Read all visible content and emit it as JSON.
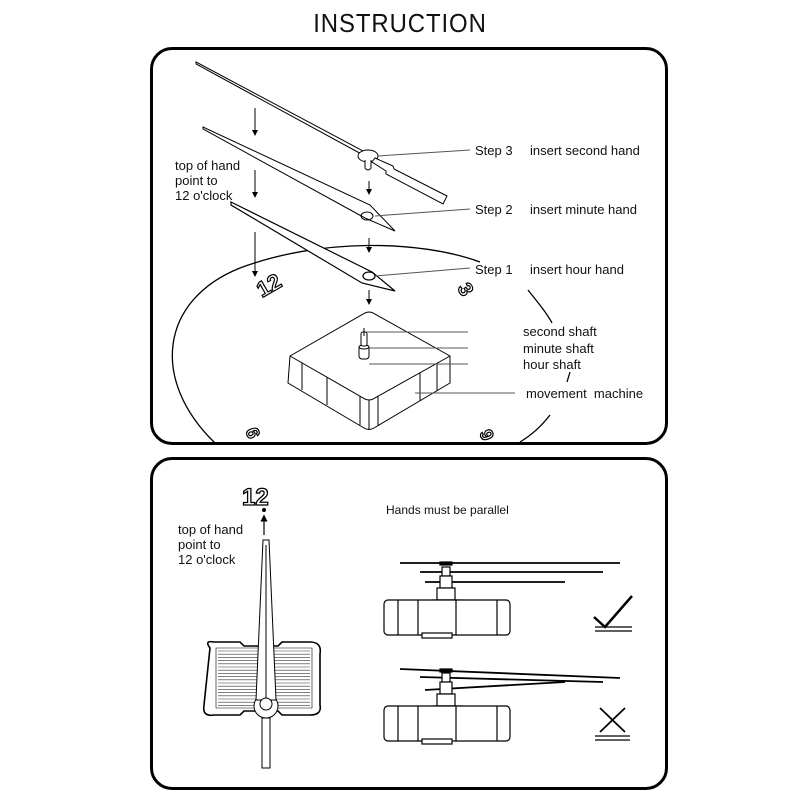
{
  "title": "INSTRUCTION",
  "top_panel": {
    "hint": [
      "top of hand",
      "point to",
      "12 o'clock"
    ],
    "steps": [
      {
        "step": "Step 3",
        "action": "insert second hand"
      },
      {
        "step": "Step 2",
        "action": "insert minute hand"
      },
      {
        "step": "Step 1",
        "action": "insert hour hand"
      }
    ],
    "parts": [
      "second shaft",
      "minute shaft",
      "hour shaft"
    ],
    "movement_label": "movement  machine",
    "dial_numbers": [
      "12",
      "3",
      "9",
      "6"
    ]
  },
  "bottom_panel": {
    "dial_number": "12",
    "hint": [
      "top of hand",
      "point to",
      "12 o'clock"
    ],
    "parallel_title": "Hands must be parallel",
    "correct_mark": "check-mark",
    "wrong_mark": "x-mark"
  },
  "colors": {
    "line": "#000000",
    "background": "#ffffff"
  }
}
